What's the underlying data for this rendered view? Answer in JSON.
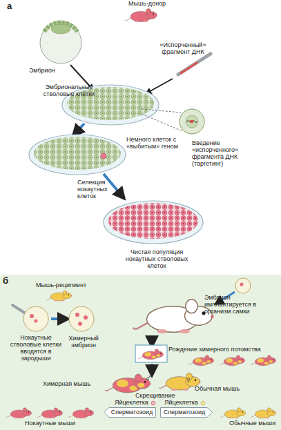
{
  "diagram": {
    "nodes": [
      {
        "text": [
          "Сперматозоид"
        ]
      },
      {
        "text": [
          "Сперматозоид"
        ]
      }
    ],
    "labels": [
      "а",
      "Мышь-донор",
      "Эмбрион",
      "«Испорченный» фрагмент ДНК",
      "Эмбриональные стволовые клетки",
      "Немного клеток с «выбитым» геном",
      "Введение «испорченного» фрагмента ДНК (таргетинг)",
      "Селекция нокаутных клеток",
      "Чистая популяция нокаутных стволовых клеток",
      "б",
      "Мышь-реципиент",
      "Эмбрион имплантируется в организм самки",
      "Нокаутные стволовые клетки вводятся в зародыши",
      "Химерный эмбрион",
      "Рождение химерного потомства",
      "Химерная мышь",
      "♂",
      "♀",
      "Обычная мышь",
      "Скрещивание",
      "Яйцеклетка",
      "Яйцеклетка",
      "Нокаутные мыши",
      "Обычные мыши"
    ]
  }
}
